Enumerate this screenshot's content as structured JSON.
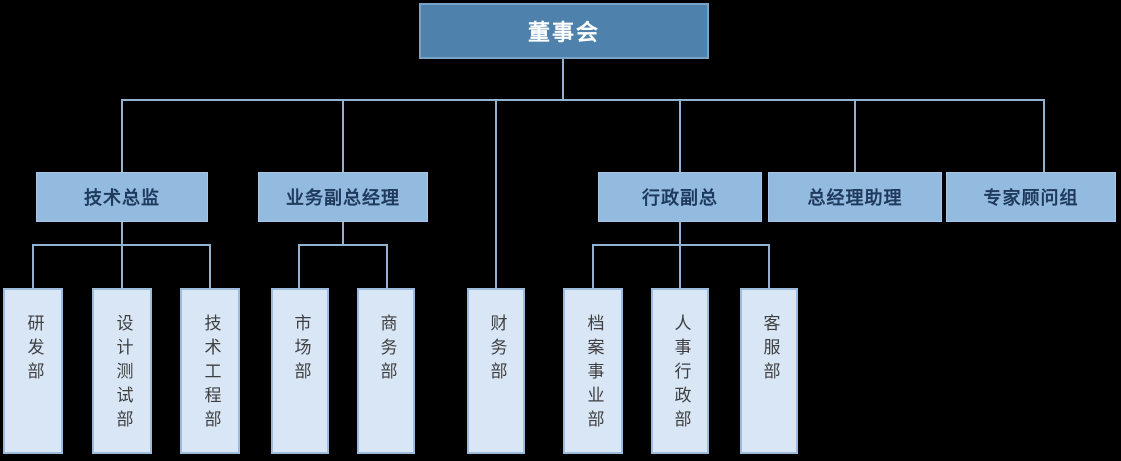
{
  "org_chart": {
    "root": {
      "label": "董事会"
    },
    "level2": [
      {
        "label": "技术总监",
        "parent": "董事会"
      },
      {
        "label": "业务副总经理",
        "parent": "董事会"
      },
      {
        "label": "行政副总",
        "parent": "董事会"
      },
      {
        "label": "总经理助理",
        "parent": "董事会"
      },
      {
        "label": "专家顾问组",
        "parent": "董事会"
      }
    ],
    "level3": [
      {
        "label": "研发部",
        "parent": "技术总监"
      },
      {
        "label": "设计测试部",
        "parent": "技术总监"
      },
      {
        "label": "技术工程部",
        "parent": "技术总监"
      },
      {
        "label": "市场部",
        "parent": "业务副总经理"
      },
      {
        "label": "商务部",
        "parent": "业务副总经理"
      },
      {
        "label": "财务部",
        "parent": "董事会"
      },
      {
        "label": "档案事业部",
        "parent": "行政副总"
      },
      {
        "label": "人事行政部",
        "parent": "行政副总"
      },
      {
        "label": "客服部",
        "parent": "行政副总"
      }
    ],
    "colors": {
      "background": "#000000",
      "level1_fill": "#4E81AC",
      "level1_border": "#79A3C6",
      "level1_text": "#FFFFFF",
      "level2_fill": "#93BADF",
      "level2_text": "#1F3A5C",
      "level3_fill": "#D8E6F6",
      "level3_border": "#9DBCDD",
      "level3_text": "#3F3F3F",
      "connector_line": "#92B2D1"
    }
  }
}
